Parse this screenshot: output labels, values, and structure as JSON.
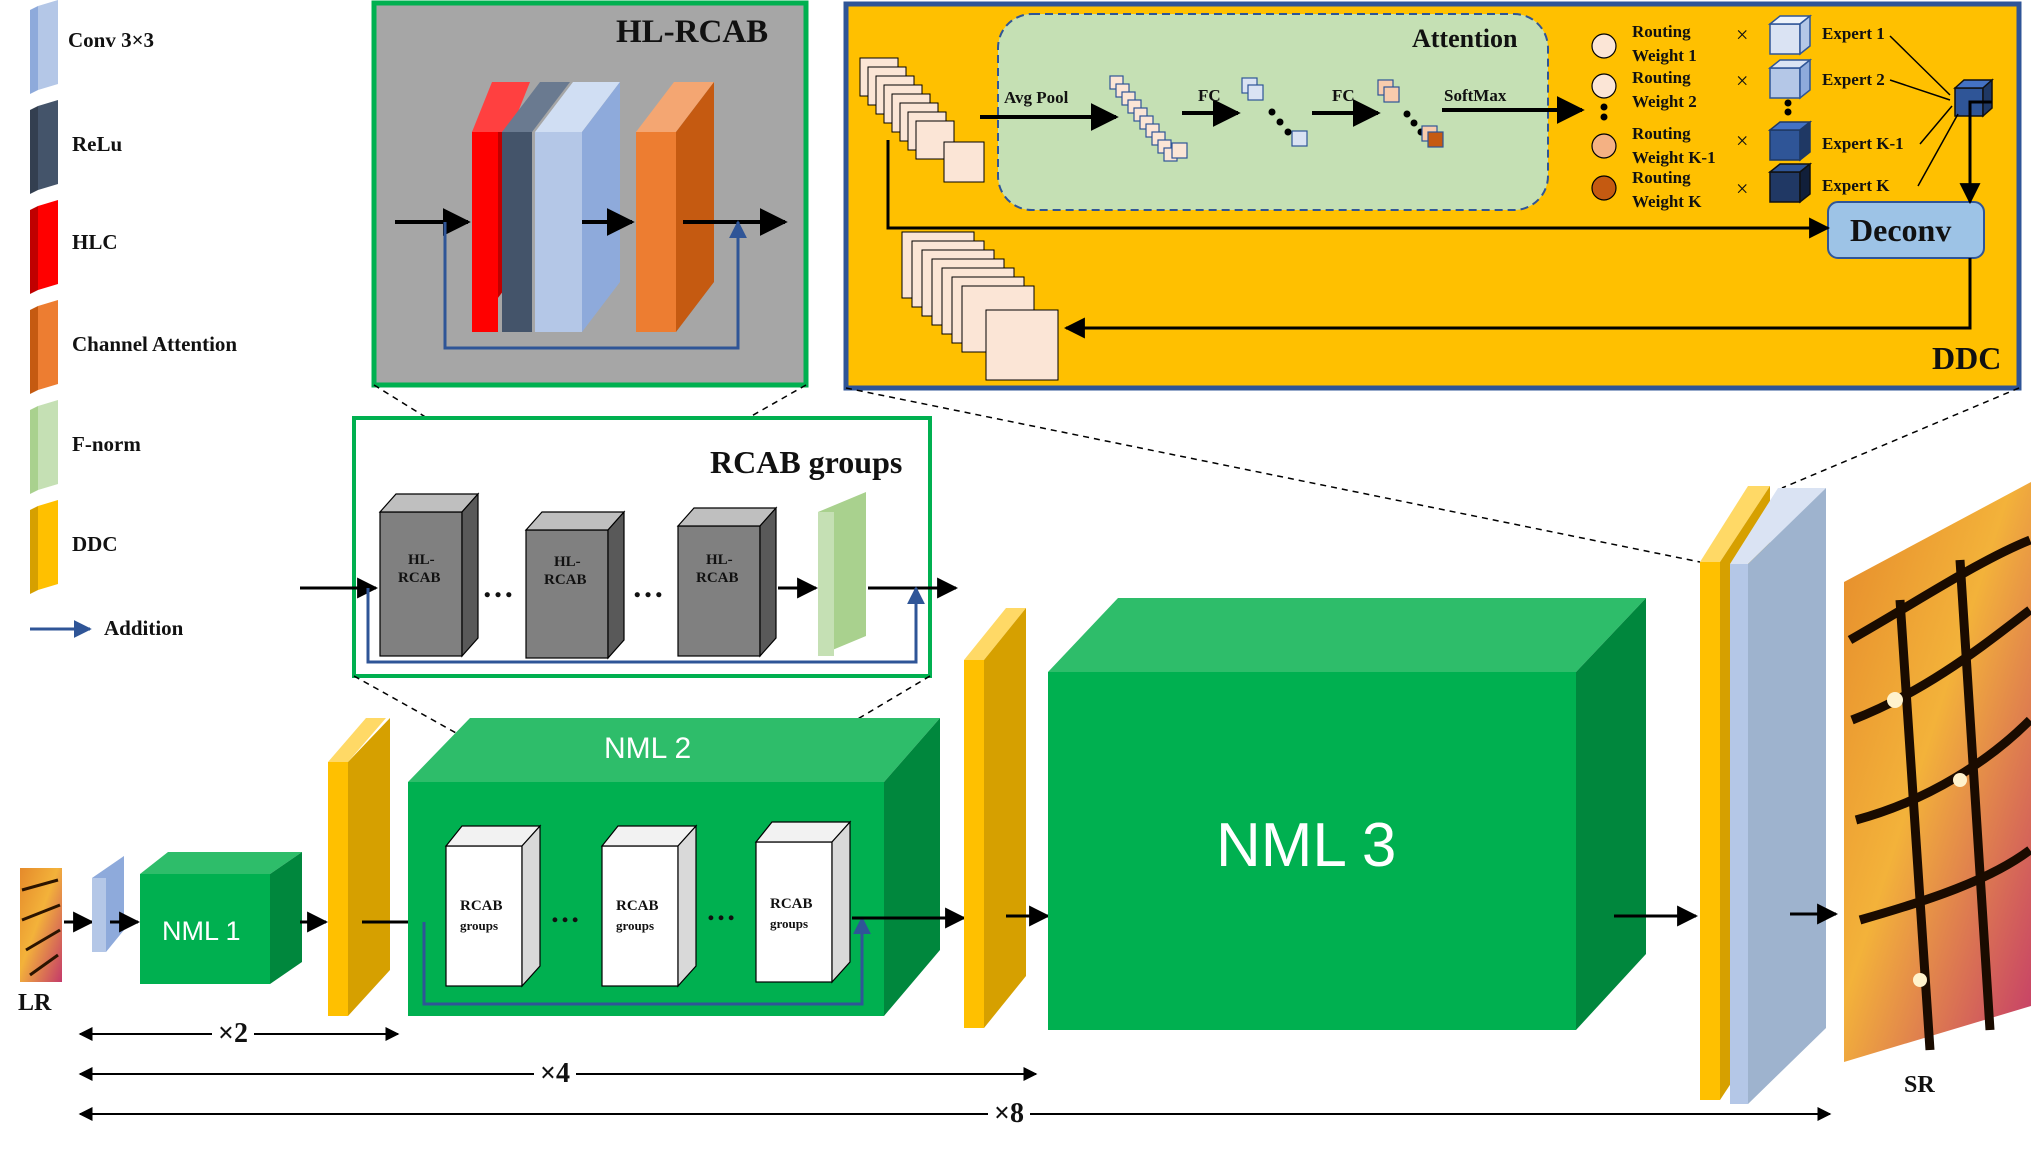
{
  "legend": {
    "conv": "Conv 3×3",
    "relu": "ReLu",
    "hlc": "HLC",
    "channel_attention": "Channel Attention",
    "fnorm": "F-norm",
    "ddc": "DDC",
    "addition": "Addition"
  },
  "hl_rcab": {
    "title": "HL-RCAB"
  },
  "rcab_groups": {
    "title": "RCAB groups",
    "block_line1": "HL-",
    "block_line2": "RCAB",
    "ellipsis": "…"
  },
  "ddc_panel": {
    "title": "DDC",
    "attention": "Attention",
    "avg_pool": "Avg Pool",
    "fc1": "FC",
    "fc2": "FC",
    "softmax": "SoftMax",
    "deconv": "Deconv",
    "routing": [
      {
        "line1": "Routing",
        "line2": "Weight 1",
        "expert": "Expert 1"
      },
      {
        "line1": "Routing",
        "line2": "Weight 2",
        "expert": "Expert 2"
      },
      {
        "line1": "Routing",
        "line2": "Weight  K-1",
        "expert": "Expert K-1"
      },
      {
        "line1": "Routing",
        "line2": "Weight  K",
        "expert": "Expert K"
      }
    ],
    "times": "×"
  },
  "main": {
    "lr": "LR",
    "sr": "SR",
    "nml1": "NML 1",
    "nml2": "NML 2",
    "nml3": "NML 3",
    "rcab_line1": "RCAB",
    "rcab_line2": "groups",
    "x2": "×2",
    "x4": "×4",
    "x8": "×8"
  },
  "colors": {
    "conv": "#b4c7e7",
    "relu": "#44546a",
    "hlc": "#ff0000",
    "channel_attention": "#ed7d31",
    "fnorm": "#c5e0b4",
    "ddc": "#ffc000",
    "green_box": "#00b050",
    "ddc_bg": "#ffc000",
    "ddc_border": "#2f5597",
    "hl_bg": "#a6a6a6",
    "arrow_blue": "#2f5597"
  }
}
